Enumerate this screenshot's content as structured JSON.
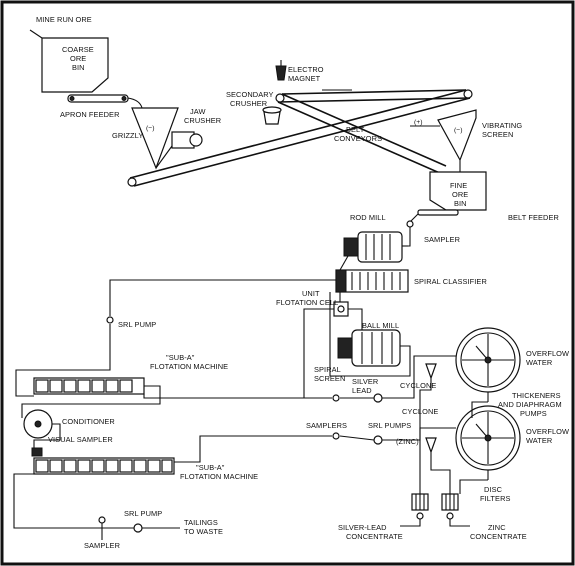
{
  "labels": {
    "mine_run_ore": "MINE RUN ORE",
    "coarse_ore_bin": [
      "COARSE",
      "ORE",
      "BIN"
    ],
    "apron_feeder": "APRON FEEDER",
    "grizzly": "GRIZZLY",
    "minus_sign": "(−)",
    "plus_sign": "(+)",
    "jaw_crusher": [
      "JAW",
      "CRUSHER"
    ],
    "electro_magnet": [
      "ELECTRO",
      "MAGNET"
    ],
    "secondary_crusher": [
      "SECONDARY",
      "CRUSHER"
    ],
    "belt_conveyors": [
      "BELT",
      "CONVEYORS"
    ],
    "vibrating_screen": [
      "VIBRATING",
      "SCREEN"
    ],
    "fine_ore_bin": [
      "FINE",
      "ORE",
      "BIN"
    ],
    "belt_feeder": "BELT FEEDER",
    "rod_mill": "ROD MILL",
    "sampler_top": "SAMPLER",
    "spiral_classifier": "SPIRAL CLASSIFIER",
    "unit_flotation_cell": [
      "UNIT",
      "FLOTATION CELL"
    ],
    "srl_pump_left": "SRL PUMP",
    "ball_mill": "BALL MILL",
    "sub_a_flotation_1": [
      "\"SUB-A\"",
      "FLOTATION MACHINE"
    ],
    "spiral_screen": [
      "SPIRAL",
      "SCREEN"
    ],
    "silver_lead": [
      "SILVER",
      "LEAD"
    ],
    "cyclone_1": "CYCLONE",
    "overflow_water_1": [
      "OVERFLOW",
      "WATER"
    ],
    "thickeners": [
      "THICKENERS",
      "AND DIAPHRAGM",
      "PUMPS"
    ],
    "conditioner": "CONDITIONER",
    "samplers": "SAMPLERS",
    "srl_pumps": "SRL PUMPS",
    "cyclone_2": "CYCLONE",
    "overflow_water_2": [
      "OVERFLOW",
      "WATER"
    ],
    "visual_sampler": "VISUAL SAMPLER",
    "zinc": "(ZINC)",
    "sub_a_flotation_2": [
      "\"SUB-A\"",
      "FLOTATION MACHINE"
    ],
    "disc_filters": [
      "DISC",
      "FILTERS"
    ],
    "srl_pump_bottom": "SRL PUMP",
    "tailings_to_waste": [
      "TAILINGS",
      "TO WASTE"
    ],
    "sampler_bottom": "SAMPLER",
    "silver_lead_concentrate": [
      "SILVER-LEAD",
      "CONCENTRATE"
    ],
    "zinc_concentrate": [
      "ZINC",
      "CONCENTRATE"
    ]
  },
  "colors": {
    "border": "#111111",
    "background": "#ffffff",
    "ink": "#111111"
  }
}
